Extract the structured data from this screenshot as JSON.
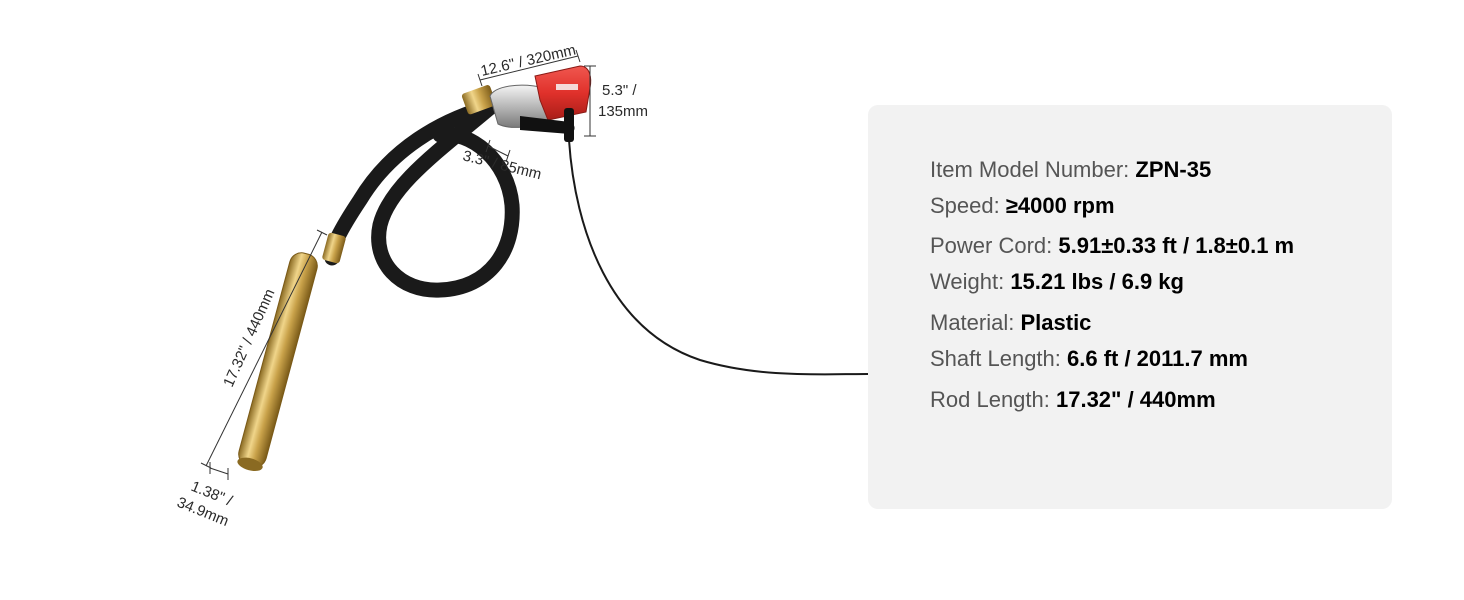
{
  "dimensions": {
    "length_label": "12.6\" / 320mm",
    "height_label_a": "5.3\" /",
    "height_label_b": "135mm",
    "head_width_label": "3.3\" / 85mm",
    "rod_length_label": "17.32\" / 440mm",
    "rod_dia_label_a": "1.38\" /",
    "rod_dia_label_b": "34.9mm"
  },
  "specs": [
    {
      "label": "Item Model Number: ",
      "value": "ZPN-35"
    },
    {
      "label": "Speed: ",
      "value": "≥4000 rpm"
    },
    {
      "label": "Power Cord: ",
      "value": "5.91±0.33 ft / 1.8±0.1 m"
    },
    {
      "label": "Weight: ",
      "value": "15.21 lbs / 6.9 kg"
    },
    {
      "label": "Material: ",
      "value": "Plastic"
    },
    {
      "label": "Shaft Length: ",
      "value": "6.6 ft / 2011.7 mm"
    },
    {
      "label": "Rod Length: ",
      "value": "17.32\" / 440mm"
    }
  ],
  "colors": {
    "motor_red": "#e0312b",
    "hose_black": "#1a1a1a",
    "rod_brass": "#c9a24a",
    "panel_bg": "#f2f2f2"
  }
}
